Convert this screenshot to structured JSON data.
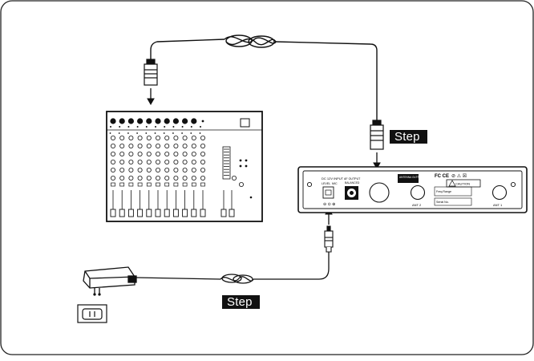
{
  "steps": [
    {
      "label": "Step"
    },
    {
      "label": "Step"
    }
  ],
  "receiver": {
    "dc_input_label": "DC 12V INPUT",
    "level_label": "LEVEL",
    "mic_label": "MIC",
    "af_output_label": "AF OUTPUT",
    "balanced_label": "BALANCED",
    "antenna_outputs_label": "ANTENNA OUTPUTS",
    "ant2_label": "ANT 2",
    "ant1_label": "ANT 1",
    "fcc_ce": "FC CE",
    "caution": "CAUTION",
    "freq_label": "Freq.Range",
    "serial_label": "Serial No."
  },
  "colors": {
    "line": "#111111",
    "label_bg": "#111111",
    "label_text": "#ffffff"
  }
}
